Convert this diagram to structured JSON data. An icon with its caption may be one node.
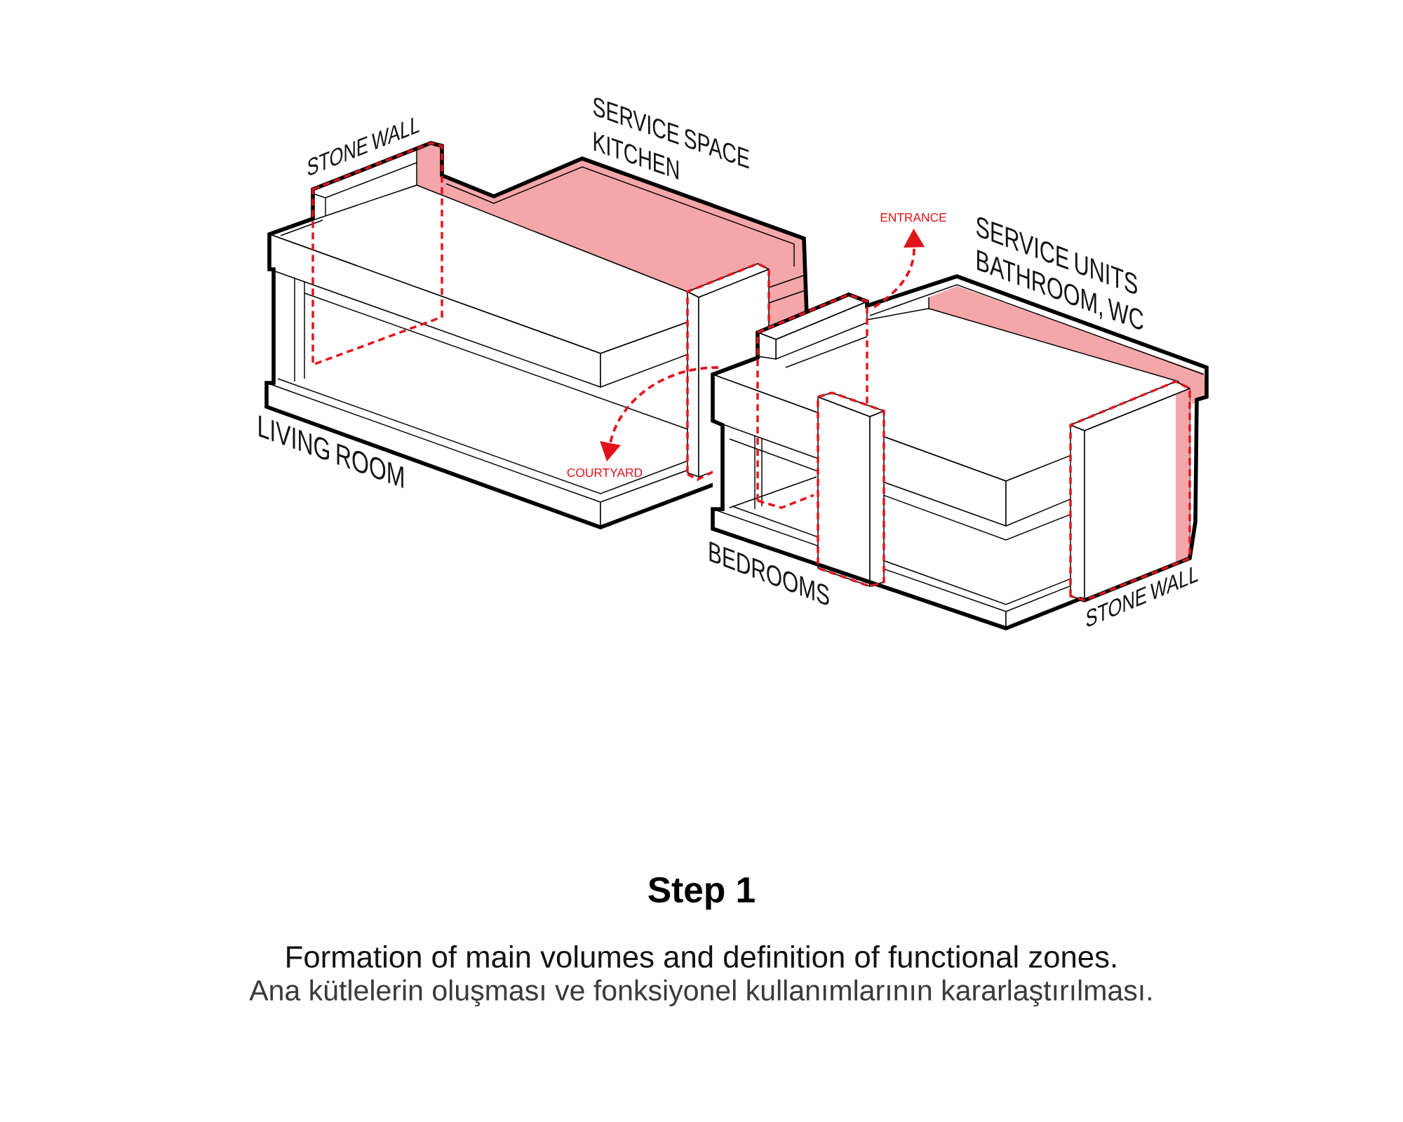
{
  "diagram": {
    "title": "Step 1",
    "caption": "Formation of main volumes and definition of functional zones.",
    "nodes": [
      {
        "text": [],
        "shape": "picture"
      },
      {
        "text": [
          "ENTRANCE"
        ]
      },
      {
        "text": [],
        "shape": "picture"
      },
      {
        "text": [
          "COURTYARD"
        ],
        "in": 0
      }
    ],
    "edges": [
      {
        "from": 2,
        "to": 1,
        "arrow": "to",
        "style": "dashed",
        "color": "#e3131b"
      },
      {
        "from": 2,
        "to": 3,
        "arrow": "to",
        "style": "dashed",
        "color": "#e3131b"
      }
    ],
    "labels": [
      "STONE WALL",
      "SERVICE SPACE KITCHEN",
      "SERVICE UNITS BATHROOM, WC",
      "LIVING ROOM",
      "BEDROOMS",
      "STONE WALL",
      "Ana kütlelerin oluşması ve fonksiyonel kullanımlarının kararlaştırılması."
    ]
  }
}
